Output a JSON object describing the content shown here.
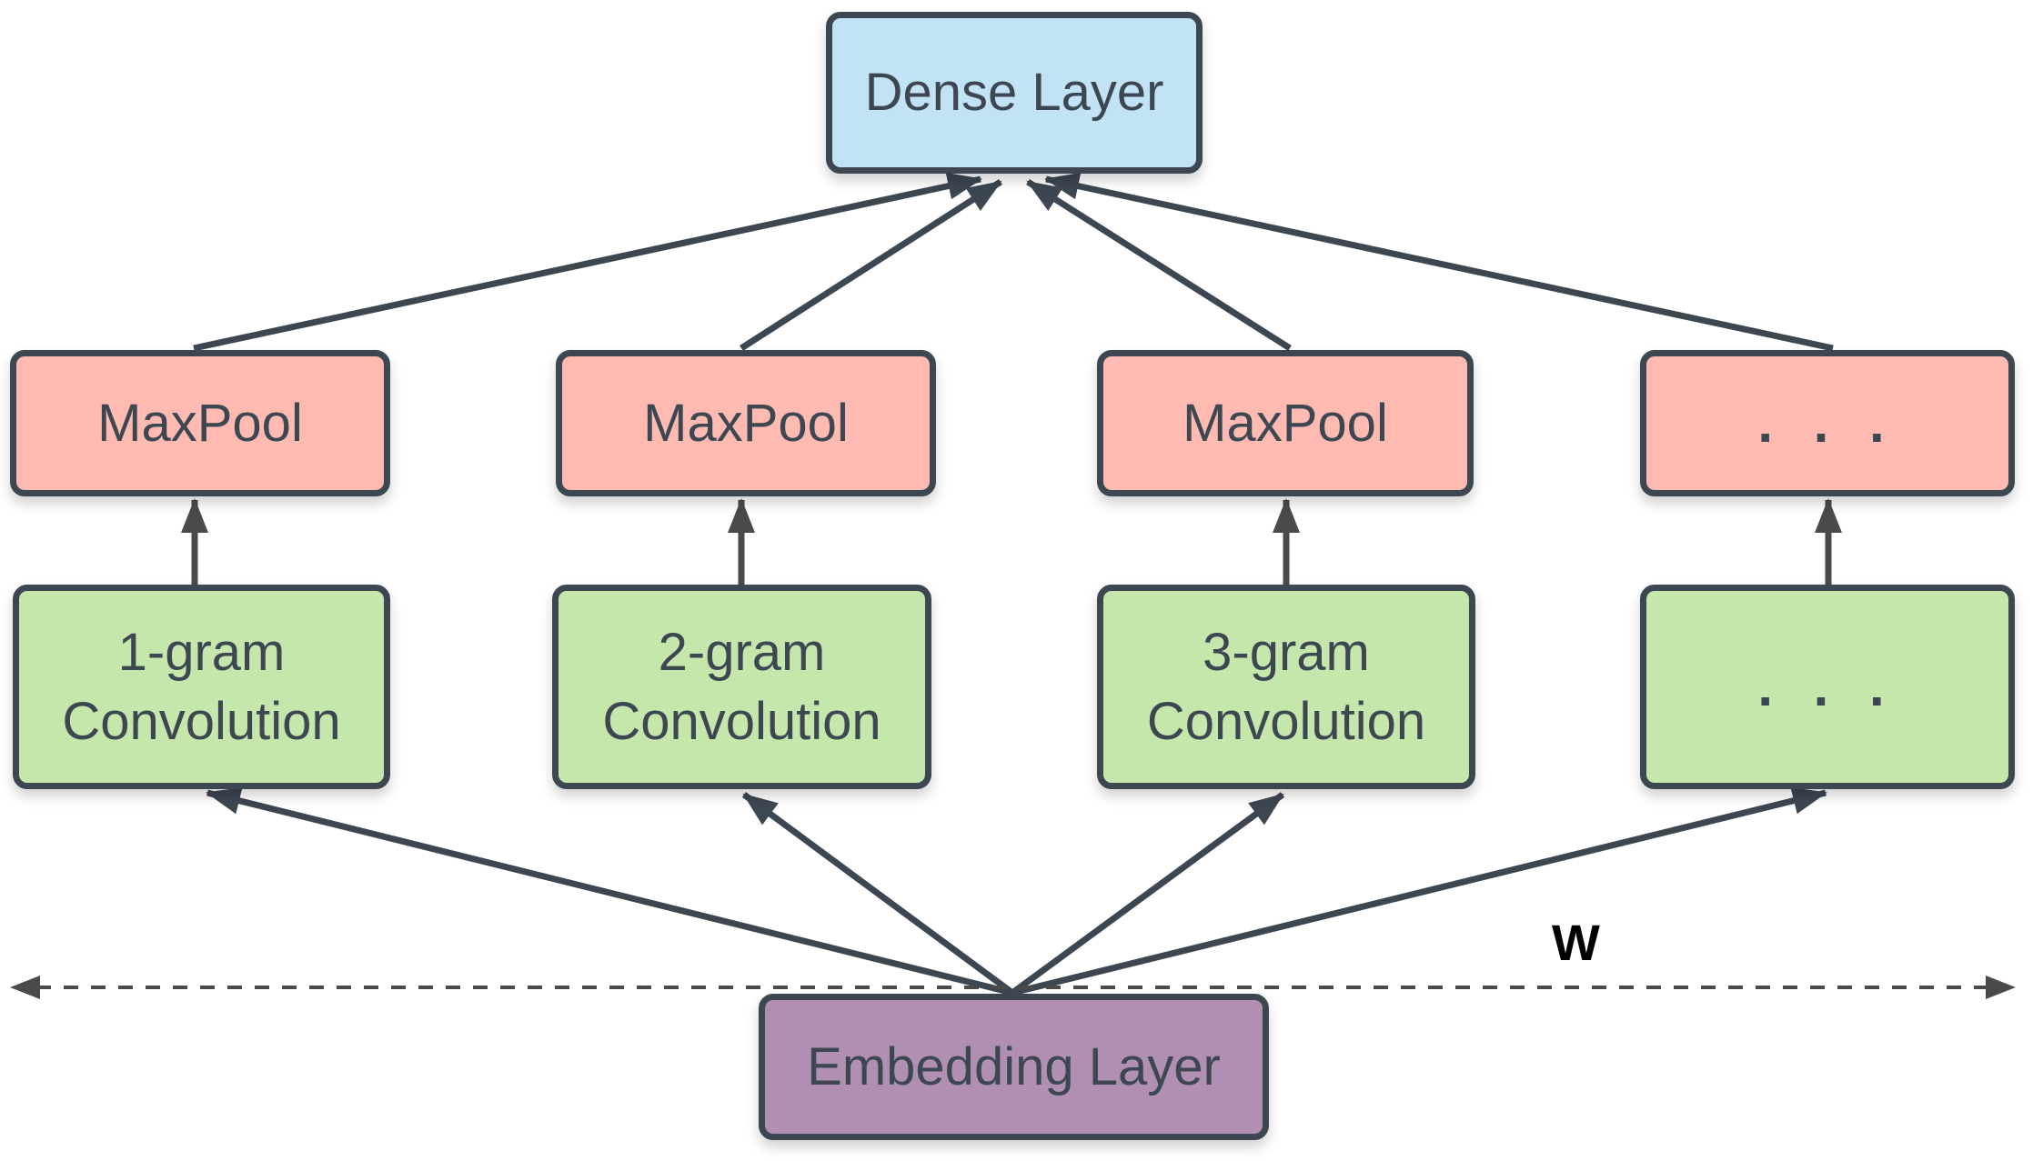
{
  "diagram": {
    "dense": {
      "label": "Dense Layer",
      "color": "#c2e3f5"
    },
    "maxpool": [
      {
        "label": "MaxPool"
      },
      {
        "label": "MaxPool"
      },
      {
        "label": "MaxPool"
      },
      {
        "label": ". . ."
      }
    ],
    "convolutions": [
      {
        "line1": "1-gram",
        "line2": "Convolution"
      },
      {
        "line1": "2-gram",
        "line2": "Convolution"
      },
      {
        "line1": "3-gram",
        "line2": "Convolution"
      },
      {
        "line1": ". . .",
        "line2": ""
      }
    ],
    "embedding": {
      "label": "Embedding Layer",
      "color": "#b18fb2"
    },
    "axis_label": "W",
    "colors": {
      "stroke": "#3d4752",
      "maxpool_fill": "#ffbbb1",
      "conv_fill": "#c6e7ab"
    }
  }
}
